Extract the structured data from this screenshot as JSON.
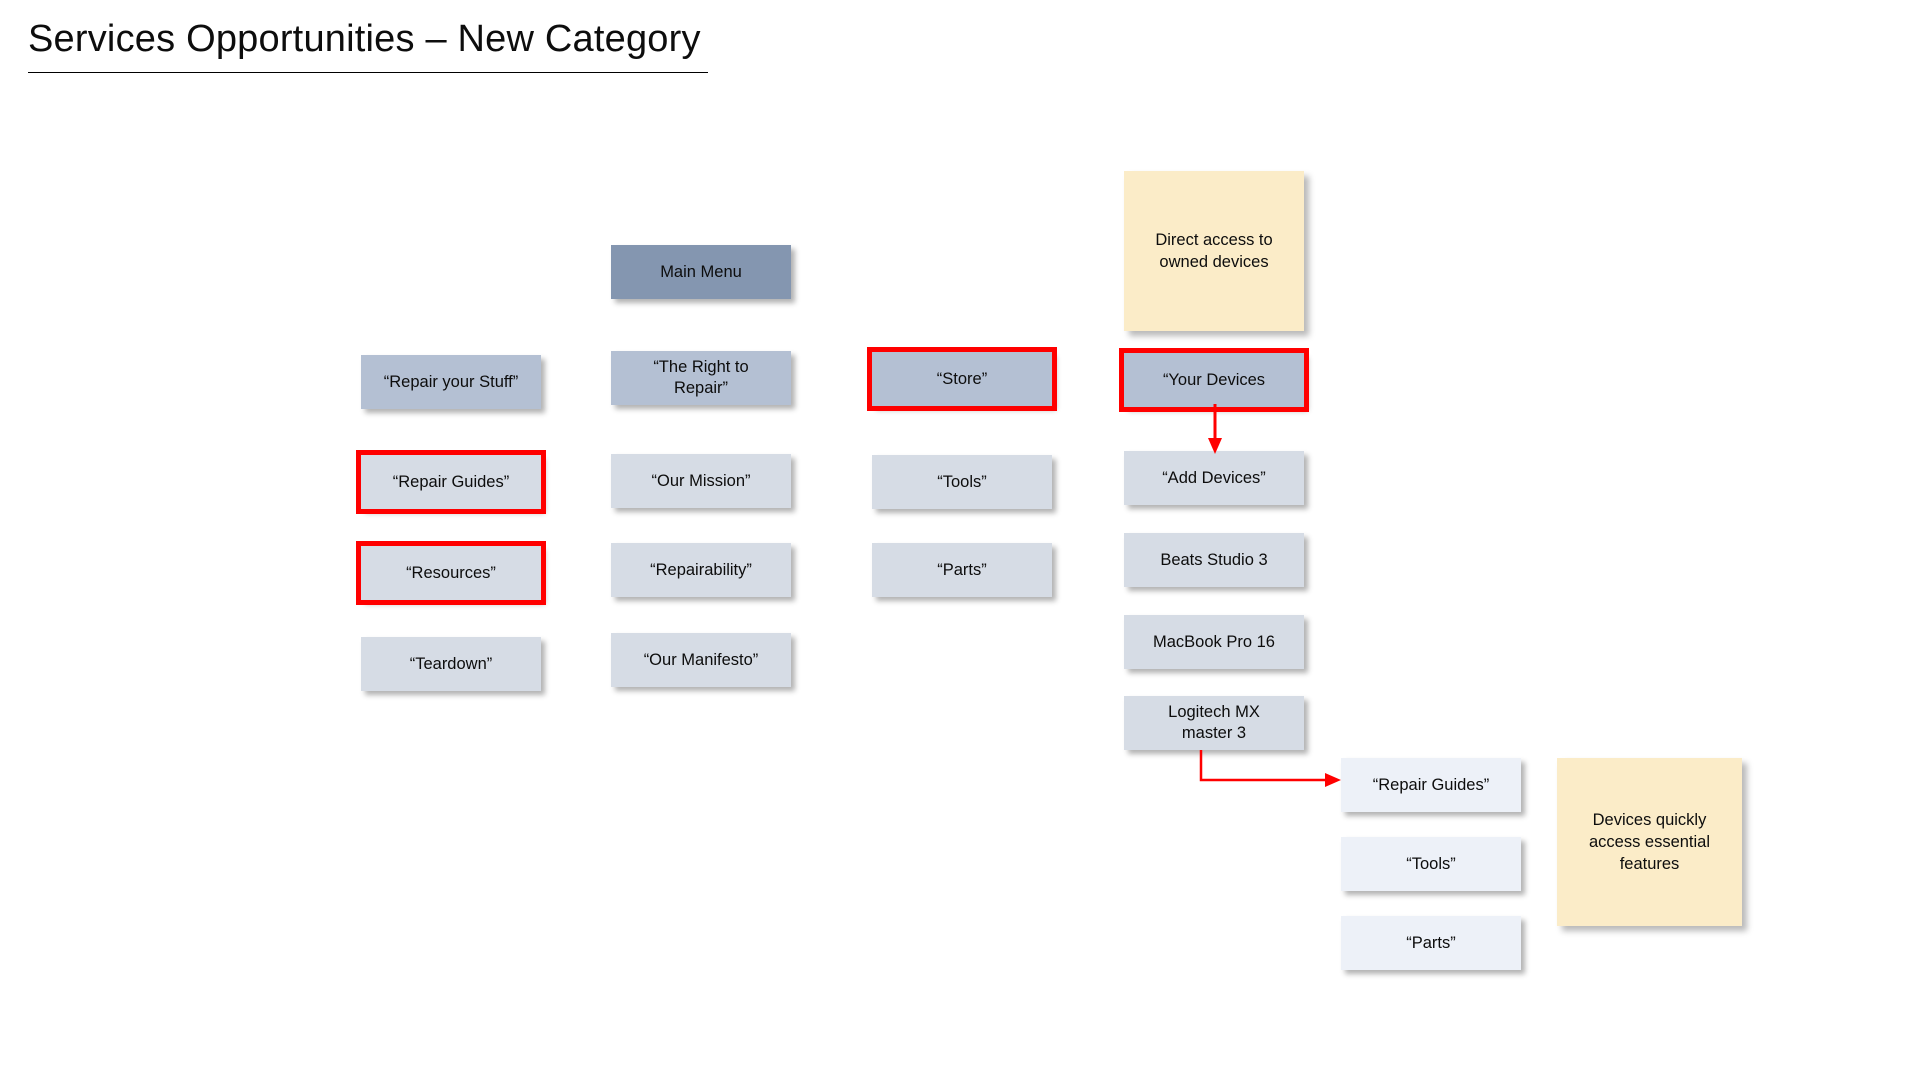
{
  "page": {
    "title": "Services Opportunities – New Category",
    "background_color": "#ffffff"
  },
  "colors": {
    "node_dark": "#8496b0",
    "node_mid": "#b4c0d3",
    "node_light": "#d6dce5",
    "node_xlight": "#edf1f8",
    "note_yellow": "#fbecc8",
    "highlight_red": "#ff0000",
    "text": "#0d0d0d"
  },
  "columns": {
    "repair_your_stuff": {
      "name": "Repair your Stuff column",
      "items": [
        {
          "label": "“Repair your Stuff”",
          "fill": "mid",
          "highlighted": false
        },
        {
          "label": "“Repair Guides”",
          "fill": "light",
          "highlighted": true
        },
        {
          "label": "“Resources”",
          "fill": "light",
          "highlighted": true
        },
        {
          "label": "“Teardown”",
          "fill": "light",
          "highlighted": false
        }
      ]
    },
    "main_menu": {
      "name": "Main Menu column",
      "header": {
        "label": "Main Menu",
        "fill": "dark",
        "highlighted": false
      },
      "items": [
        {
          "label": "“The Right to\nRepair”",
          "fill": "mid",
          "highlighted": false
        },
        {
          "label": "“Our Mission”",
          "fill": "light",
          "highlighted": false
        },
        {
          "label": "“Repairability”",
          "fill": "light",
          "highlighted": false
        },
        {
          "label": "“Our Manifesto”",
          "fill": "light",
          "highlighted": false
        }
      ]
    },
    "store": {
      "name": "Store column",
      "items": [
        {
          "label": "“Store”",
          "fill": "mid",
          "highlighted": true
        },
        {
          "label": "“Tools”",
          "fill": "light",
          "highlighted": false
        },
        {
          "label": "“Parts”",
          "fill": "light",
          "highlighted": false
        }
      ]
    },
    "your_devices": {
      "name": "Your Devices column",
      "items": [
        {
          "label": "“Your Devices",
          "fill": "mid",
          "highlighted": true
        },
        {
          "label": "“Add Devices”",
          "fill": "light",
          "highlighted": false
        },
        {
          "label": "Beats Studio 3",
          "fill": "light",
          "highlighted": false
        },
        {
          "label": "MacBook Pro 16",
          "fill": "light",
          "highlighted": false
        },
        {
          "label": "Logitech MX\nmaster 3",
          "fill": "light",
          "highlighted": false
        }
      ]
    },
    "device_features": {
      "name": "Device quick features column",
      "items": [
        {
          "label": "“Repair Guides”",
          "fill": "xlight",
          "highlighted": false
        },
        {
          "label": "“Tools”",
          "fill": "xlight",
          "highlighted": false
        },
        {
          "label": "“Parts”",
          "fill": "xlight",
          "highlighted": false
        }
      ]
    }
  },
  "notes": [
    {
      "id": "note-owned-devices",
      "text": "Direct access to\nowned devices"
    },
    {
      "id": "note-essential-features",
      "text": "Devices quickly\naccess essential\nfeatures"
    }
  ],
  "connectors": [
    {
      "id": "arrow-your-devices-to-add-devices",
      "type": "straight-down",
      "color": "#ff0000"
    },
    {
      "id": "arrow-logitech-to-repair-guides",
      "type": "elbow-right",
      "color": "#ff0000"
    }
  ]
}
